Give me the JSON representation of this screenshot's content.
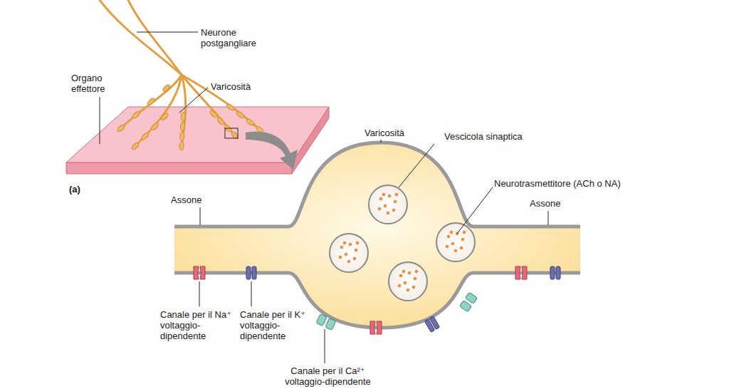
{
  "diagram": {
    "labels": [
      "Neurone postgangliare",
      "Varicosità",
      "Organo effettore",
      "(a)",
      "Varicosità",
      "Vescicola sinaptica",
      "Neurotrasmettitore (ACh o NA)",
      "Assone",
      "Assone",
      "Canale per il Na⁺ voltaggio-dipendente",
      "Canale per il K⁺ voltaggio-dipendente",
      "Canale per il Ca²⁺ voltaggio-dipendente"
    ]
  }
}
